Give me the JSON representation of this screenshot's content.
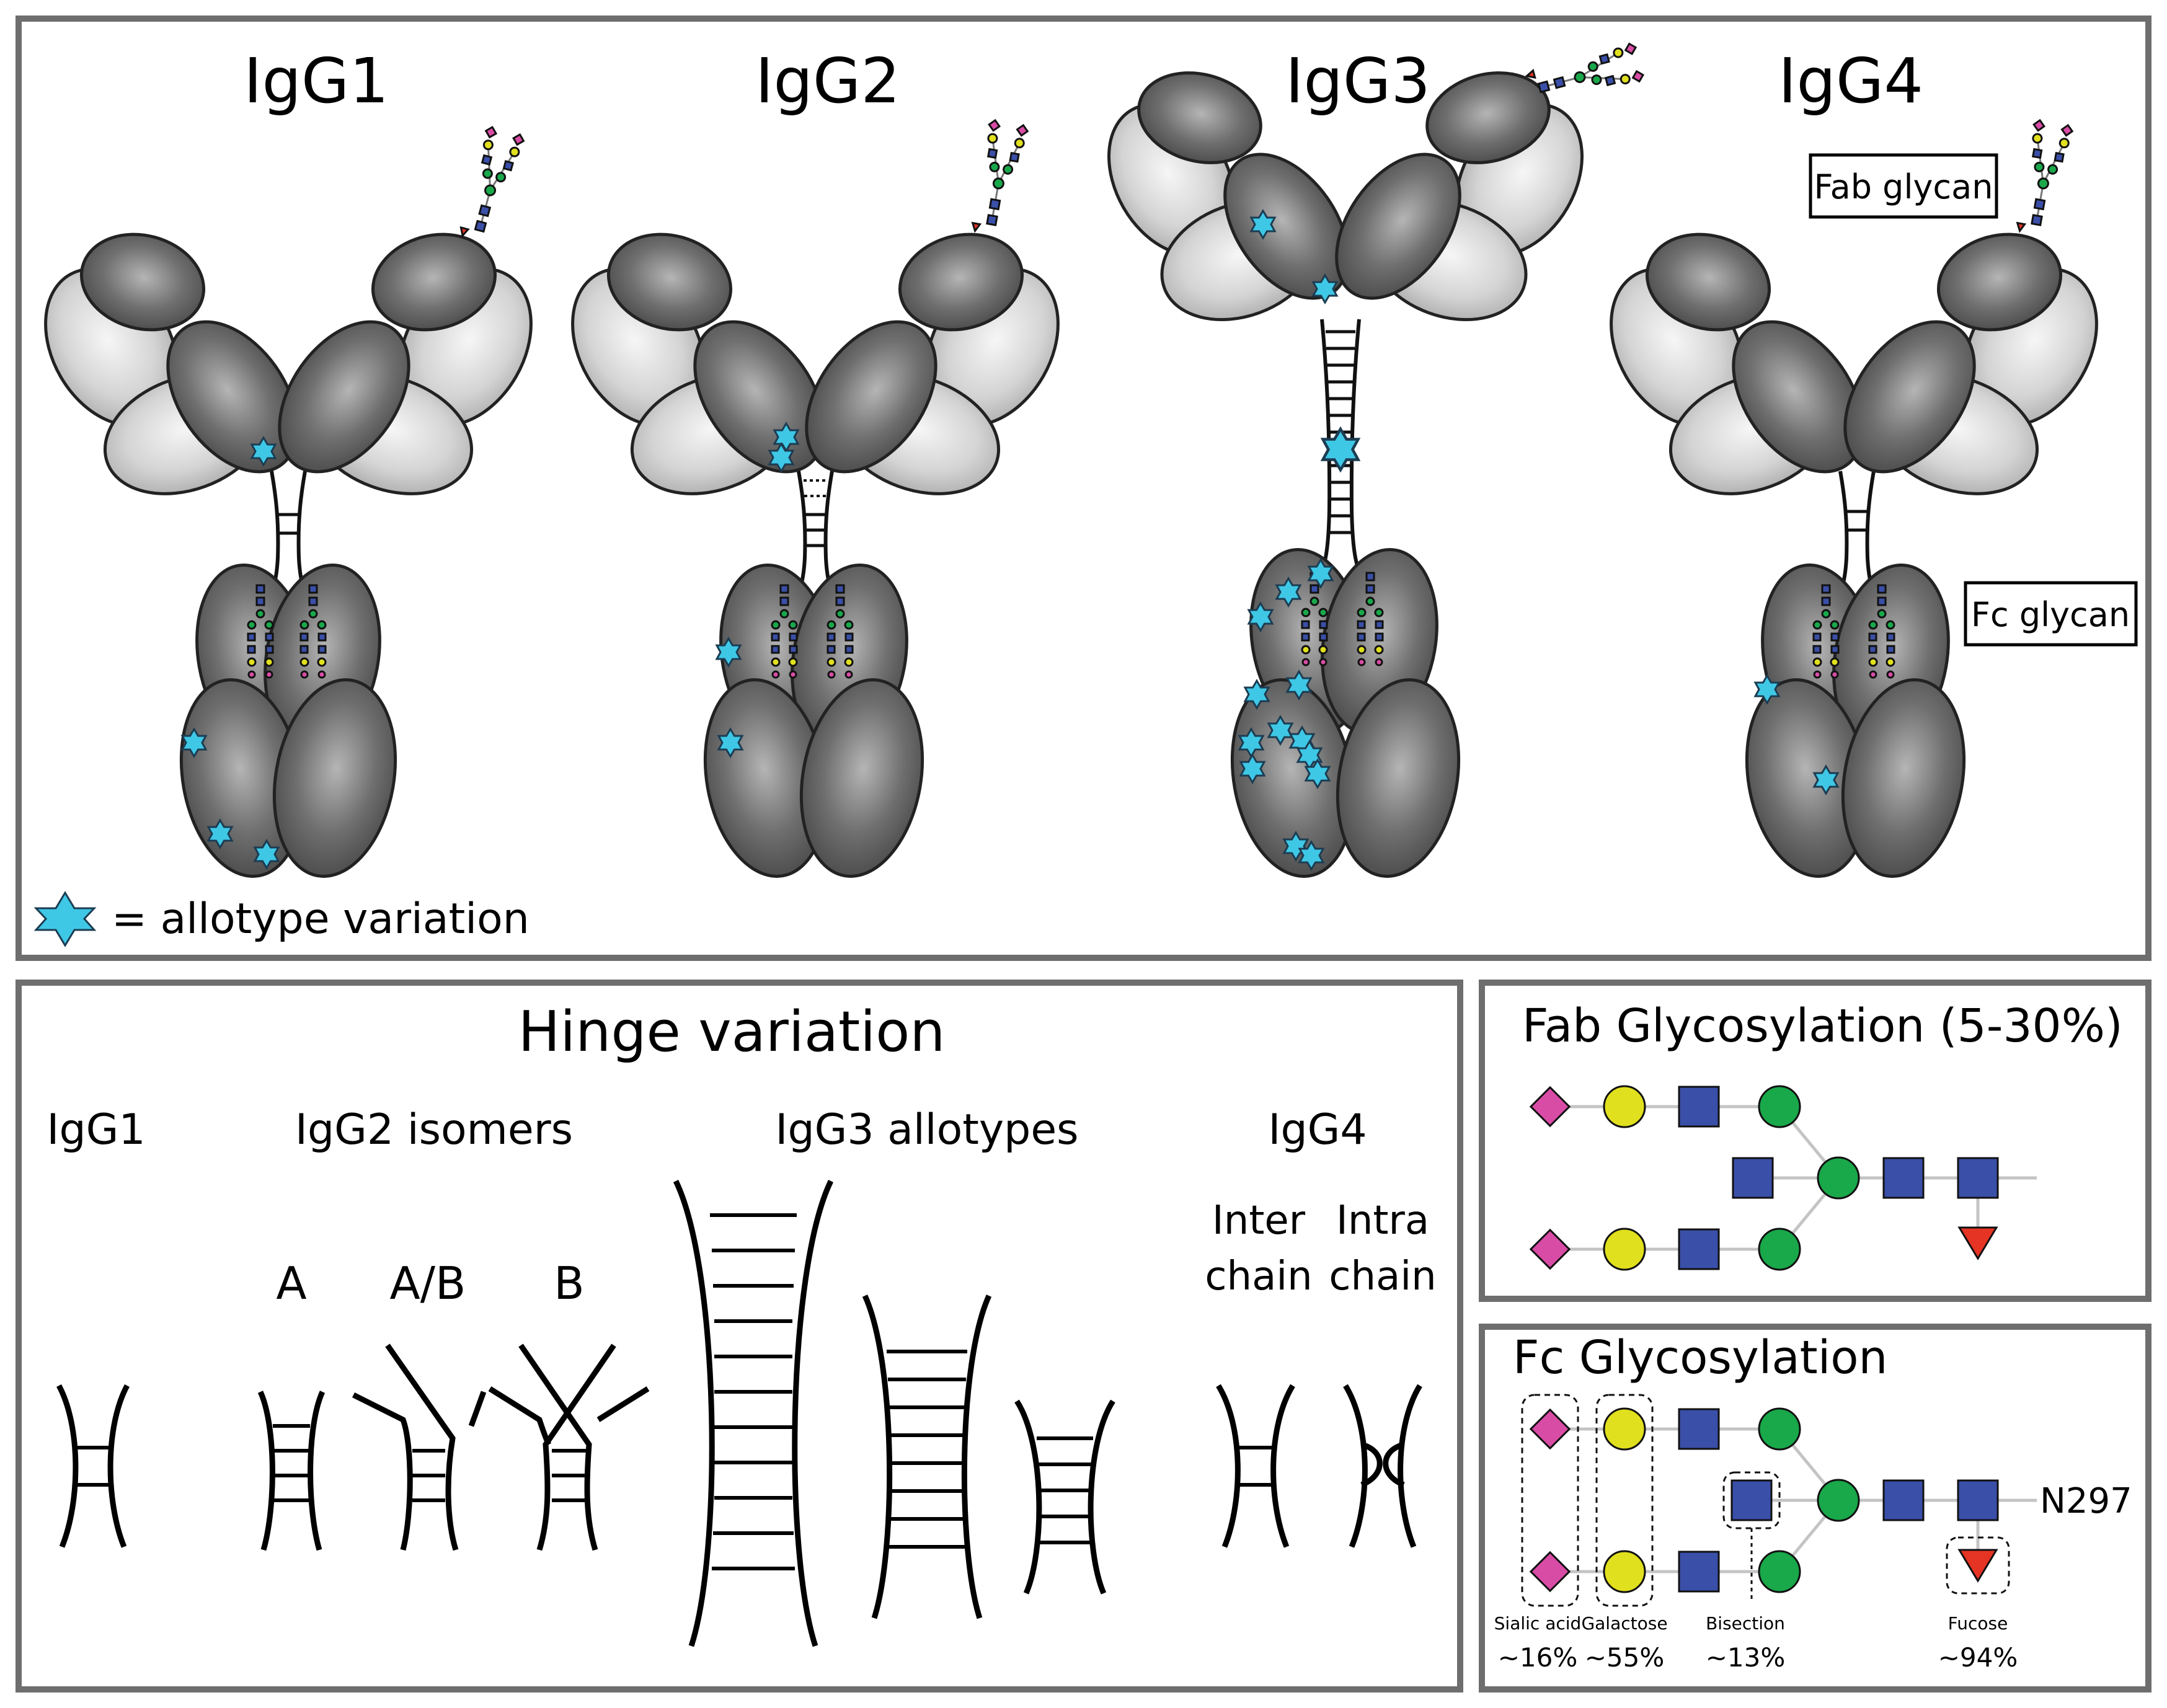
{
  "titles": {
    "igg1": "IgG1",
    "igg2": "IgG2",
    "igg3": "IgG3",
    "igg4": "IgG4"
  },
  "labels": {
    "fab_glycan": "Fab glycan",
    "fc_glycan": "Fc glycan",
    "allotype_legend": "= allotype variation"
  },
  "hinge": {
    "title": "Hinge variation",
    "igg1": "IgG1",
    "igg2": "IgG2 isomers",
    "igg3": "IgG3 allotypes",
    "igg4": "IgG4",
    "isomer_a": "A",
    "isomer_ab": "A/B",
    "isomer_b": "B",
    "inter_1": "Inter",
    "inter_2": "chain",
    "intra_1": "Intra",
    "intra_2": "chain"
  },
  "fab_glyco": {
    "title": "Fab Glycosylation (5-30%)"
  },
  "fc_glyco": {
    "title": "Fc Glycosylation",
    "site": "N297",
    "sialic": "Sialic acid",
    "galactose": "Galactose",
    "bisection": "Bisection",
    "fucose": "Fucose",
    "sialic_pct": "~16%",
    "galactose_pct": "~55%",
    "bisection_pct": "~13%",
    "fucose_pct": "~94%"
  },
  "colors": {
    "sialic_acid": "#d94ca6",
    "galactose": "#e1e01e",
    "glcnac": "#3a4fa8",
    "mannose": "#19a84a",
    "fucose": "#e53424",
    "allotype_star": "#3ec8e6"
  }
}
